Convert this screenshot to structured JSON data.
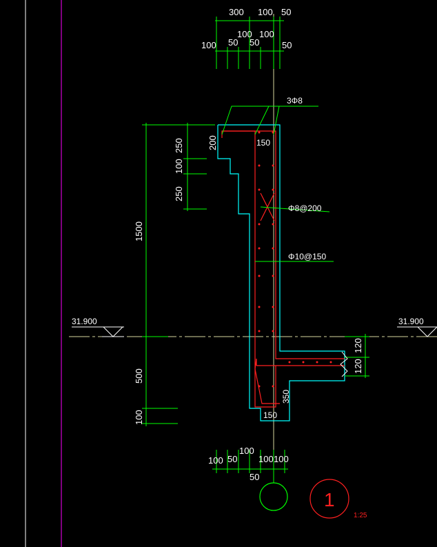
{
  "colors": {
    "background": "#000000",
    "dimension": "#00ff00",
    "leader": "#00ff00",
    "outline": "#00ffff",
    "rebar": "#ff2020",
    "text": "#ffffff",
    "border_magenta": "#ff00ff",
    "centerline": "#d8d8a0",
    "grid_bubble": "#00ff00",
    "section_mark": "#ff2020"
  },
  "top_dims": {
    "row1": [
      "300",
      "100",
      "50"
    ],
    "row2": [
      "100",
      "50",
      "100",
      "50",
      "100",
      "50"
    ]
  },
  "left_dims": [
    "250",
    "100",
    "250",
    "1500",
    "500",
    "100",
    "200"
  ],
  "labels": {
    "rebar_top": "3Φ8",
    "stirrup": "Φ8@200",
    "vertical_bars": "Φ10@150",
    "width_top": "150",
    "width_bottom": "150",
    "ledge_depth": "350"
  },
  "elevations": {
    "left": "31.900",
    "right": "31.900"
  },
  "right_dims": [
    "120",
    "120"
  ],
  "bottom_dims": [
    "100",
    "50",
    "100",
    "100",
    "100",
    "50"
  ],
  "section_mark": {
    "number": "1",
    "scale": "1:25"
  }
}
